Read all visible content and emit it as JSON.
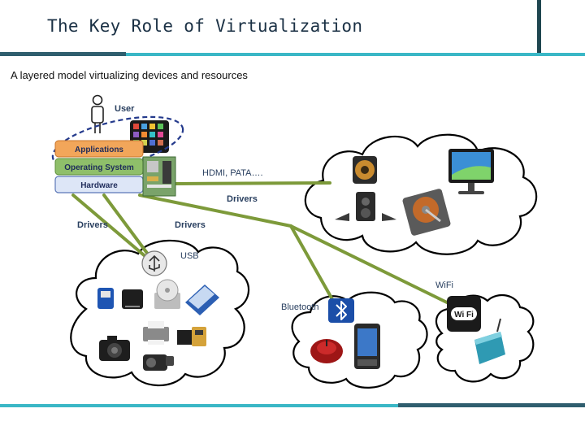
{
  "slide": {
    "title": "The Key Role of Virtualization",
    "subtitle": "A layered model virtualizing devices and resources"
  },
  "diagram": {
    "user_label": "User",
    "layers": [
      "Applications",
      "Operating System",
      "Hardware"
    ],
    "links": {
      "hdmi_label": "HDMI, PATA….",
      "drivers_right": "Drivers",
      "drivers_left": "Drivers",
      "drivers_mid": "Drivers",
      "usb_label": "USB",
      "bluetooth_label": "Bluetooth",
      "wifi_label": "WiFi"
    },
    "icons": {
      "user": "person-icon",
      "apps": "app-grid-icon",
      "board": "motherboard-icon",
      "av": [
        "speaker-icon",
        "monitor-icon",
        "speaker-system-icon",
        "hard-drive-icon"
      ],
      "usb": [
        "usb-icon",
        "usb-stick-icon",
        "external-drive-icon",
        "optical-drive-icon",
        "scanner-icon",
        "camera-icon",
        "printer-icon",
        "card-reader-icon",
        "camcorder-icon"
      ],
      "bluetooth": [
        "bluetooth-icon",
        "mouse-icon",
        "phone-icon"
      ],
      "wifi": [
        "wifi-badge-icon",
        "router-icon"
      ]
    },
    "colors": {
      "link_line": "#7d9a3a",
      "apps_layer": "#f2a65a",
      "os_layer": "#8fbf6a",
      "hw_layer": "#9fb3e0",
      "dashed_loop": "#243a8c"
    }
  }
}
